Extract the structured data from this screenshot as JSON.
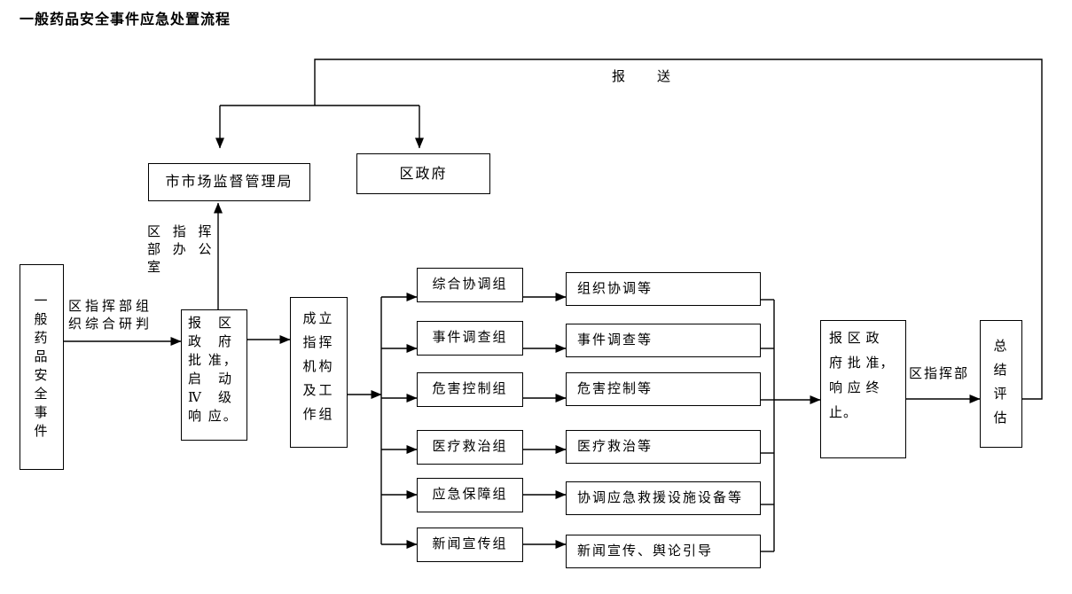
{
  "title": "一般药品安全事件应急处置流程",
  "colors": {
    "line": "#000000",
    "background": "#ffffff",
    "text": "#000000"
  },
  "nodes": {
    "incident": "一\n般\n药\n品\n安\n全\n事\n件",
    "approve_start": "报　区\n政　府\n批 准，\n启　动\nⅣ　级\n响 应。",
    "market_bureau": "市市场监督管理局",
    "district_gov": "区政府",
    "setup_command": "成立\n指挥\n机构\n及工\n作组",
    "groups": [
      {
        "label": "综合协调组",
        "task": "组织协调等"
      },
      {
        "label": "事件调查组",
        "task": "事件调查等"
      },
      {
        "label": "危害控制组",
        "task": "危害控制等"
      },
      {
        "label": "医疗救治组",
        "task": "医疗救治等"
      },
      {
        "label": "应急保障组",
        "task": "协调应急救援设施设备等"
      },
      {
        "label": "新闻宣传组",
        "task": "新闻宣传、舆论引导"
      }
    ],
    "approve_end": "报 区 政\n府 批 准，\n响 应 终\n止。",
    "summary": "总\n结\n评\n估"
  },
  "edge_labels": {
    "report_send": "报　　送",
    "org_research": "区指挥部组\n织综合研判",
    "command_office": "区 指 挥\n部 办 公\n室",
    "district_command": "区指挥部"
  }
}
